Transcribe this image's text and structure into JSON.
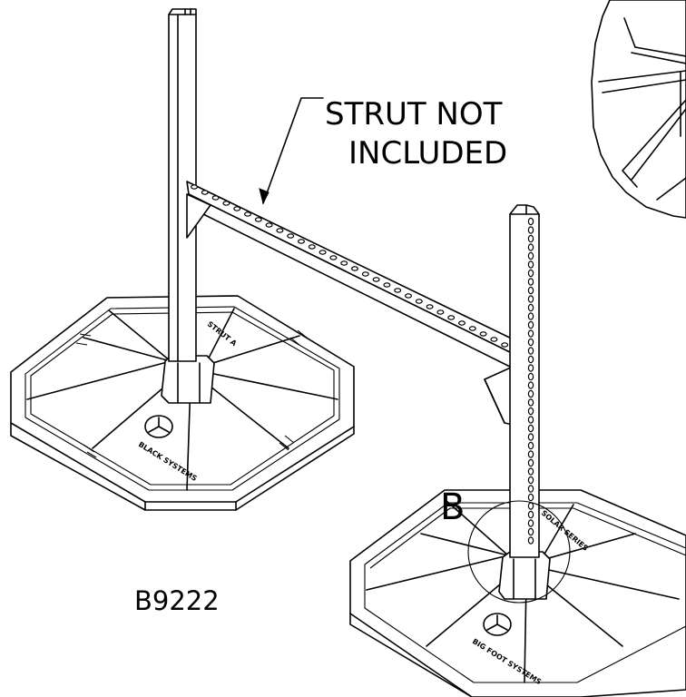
{
  "callout": {
    "line1": "STRUT NOT",
    "line2": "INCLUDED"
  },
  "detail_letter": "B",
  "part_number": "B9222",
  "base_left": {
    "stamp_top": "STRUT A",
    "stamp_front": "BLACK SYSTEMS"
  },
  "base_right": {
    "stamp_top": "SOLAR SERIES",
    "stamp_front": "BIG FOOT SYSTEMS"
  }
}
